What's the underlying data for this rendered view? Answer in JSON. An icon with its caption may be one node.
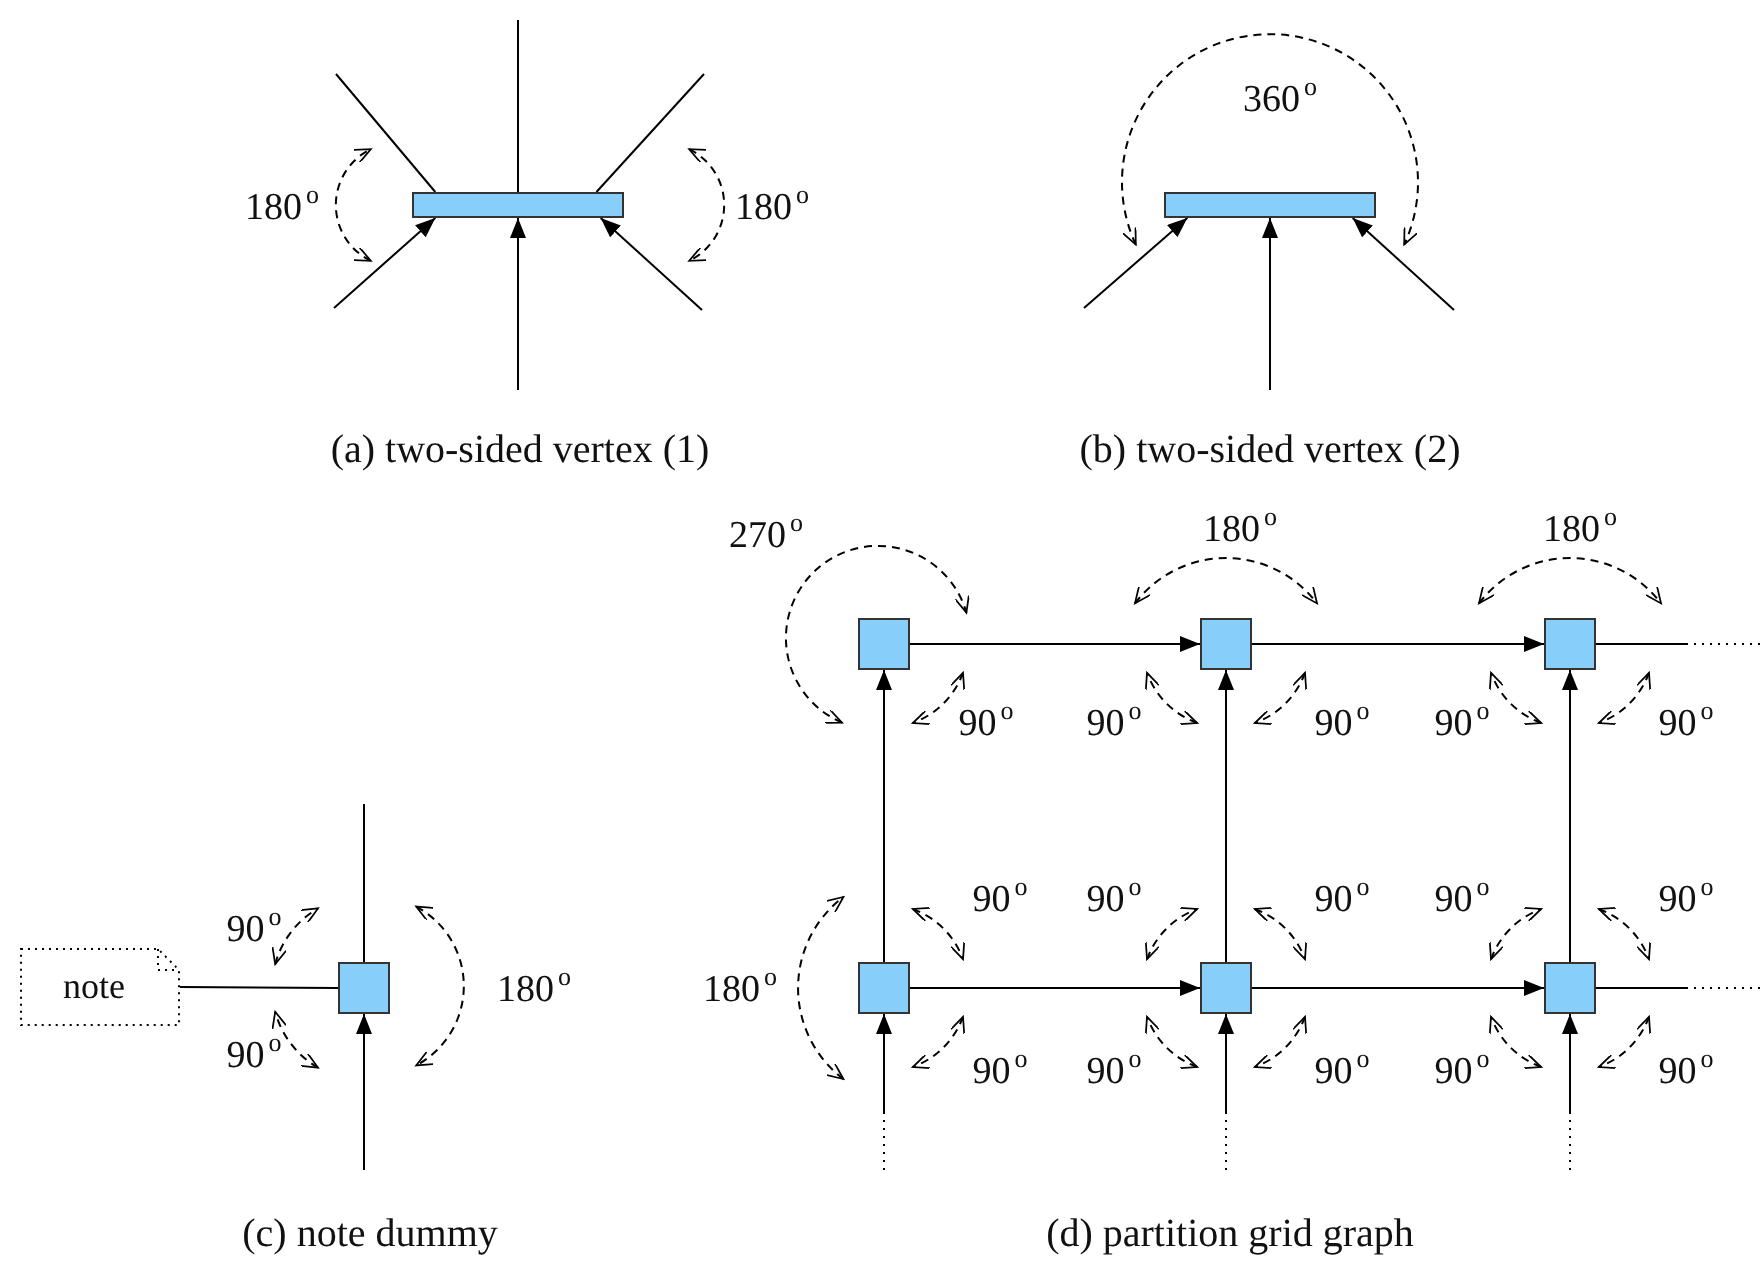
{
  "diagram": {
    "nodes": [
      {
        "text": [],
        "shape": "bar"
      },
      {
        "text": [],
        "shape": "bar"
      },
      {
        "text": [
          "note"
        ]
      },
      {
        "text": [],
        "shape": "box"
      },
      {
        "text": [],
        "shape": "box"
      },
      {
        "text": [],
        "shape": "box"
      },
      {
        "text": [],
        "shape": "box"
      },
      {
        "text": [],
        "shape": "box"
      },
      {
        "text": [],
        "shape": "box"
      },
      {
        "text": [],
        "shape": "box"
      }
    ],
    "edges": [
      {
        "from": 0,
        "to": null,
        "arrow": "none"
      },
      {
        "from": 0,
        "to": null,
        "arrow": "none"
      },
      {
        "from": 0,
        "to": null,
        "arrow": "none"
      },
      {
        "from": null,
        "to": 0,
        "arrow": "to"
      },
      {
        "from": null,
        "to": 0,
        "arrow": "to"
      },
      {
        "from": null,
        "to": 0,
        "arrow": "to"
      },
      {
        "from": null,
        "to": 1,
        "arrow": "to"
      },
      {
        "from": null,
        "to": 1,
        "arrow": "to"
      },
      {
        "from": null,
        "to": 1,
        "arrow": "to"
      },
      {
        "from": 2,
        "to": 3,
        "arrow": "none"
      },
      {
        "from": 3,
        "to": null,
        "arrow": "none"
      },
      {
        "from": null,
        "to": 3,
        "arrow": "to"
      },
      {
        "from": 4,
        "to": 5,
        "arrow": "to"
      },
      {
        "from": 5,
        "to": 6,
        "arrow": "to"
      },
      {
        "from": 6,
        "to": null,
        "arrow": "none",
        "style": "dashed"
      },
      {
        "from": 7,
        "to": 8,
        "arrow": "to"
      },
      {
        "from": 8,
        "to": 9,
        "arrow": "to"
      },
      {
        "from": 9,
        "to": null,
        "arrow": "none",
        "style": "dashed"
      },
      {
        "from": 7,
        "to": 4,
        "arrow": "to"
      },
      {
        "from": 8,
        "to": 5,
        "arrow": "to"
      },
      {
        "from": 9,
        "to": 6,
        "arrow": "to"
      },
      {
        "from": null,
        "to": 7,
        "arrow": "to",
        "style": "dashed"
      },
      {
        "from": null,
        "to": 8,
        "arrow": "to",
        "style": "dashed"
      },
      {
        "from": null,
        "to": 9,
        "arrow": "to",
        "style": "dashed"
      }
    ],
    "labels": [
      "180$^{o}$",
      "180$^{o}$",
      "360$^{o}$",
      "(a) two-sided vertex (1)",
      "(b) two-sided vertex (2)",
      "270$^{o}$",
      "180$^{o}$",
      "180$^{o}$",
      "90$^{o}$",
      "90$^{o}$",
      "90$^{o}$",
      "90$^{o}$",
      "90$^{o}$",
      "90$^{o}$",
      "180$^{o}$",
      "90$^{o}$",
      "90$^{o}$",
      "90$^{o}$",
      "90$^{o}$",
      "90$^{o}$",
      "180$^{o}$",
      "90$^{o}$",
      "90$^{o}$",
      "90$^{o}$",
      "90$^{o}$",
      "90$^{o}$",
      "90$^{o}$",
      "(c) note dummy",
      "(d) partition grid graph"
    ]
  }
}
